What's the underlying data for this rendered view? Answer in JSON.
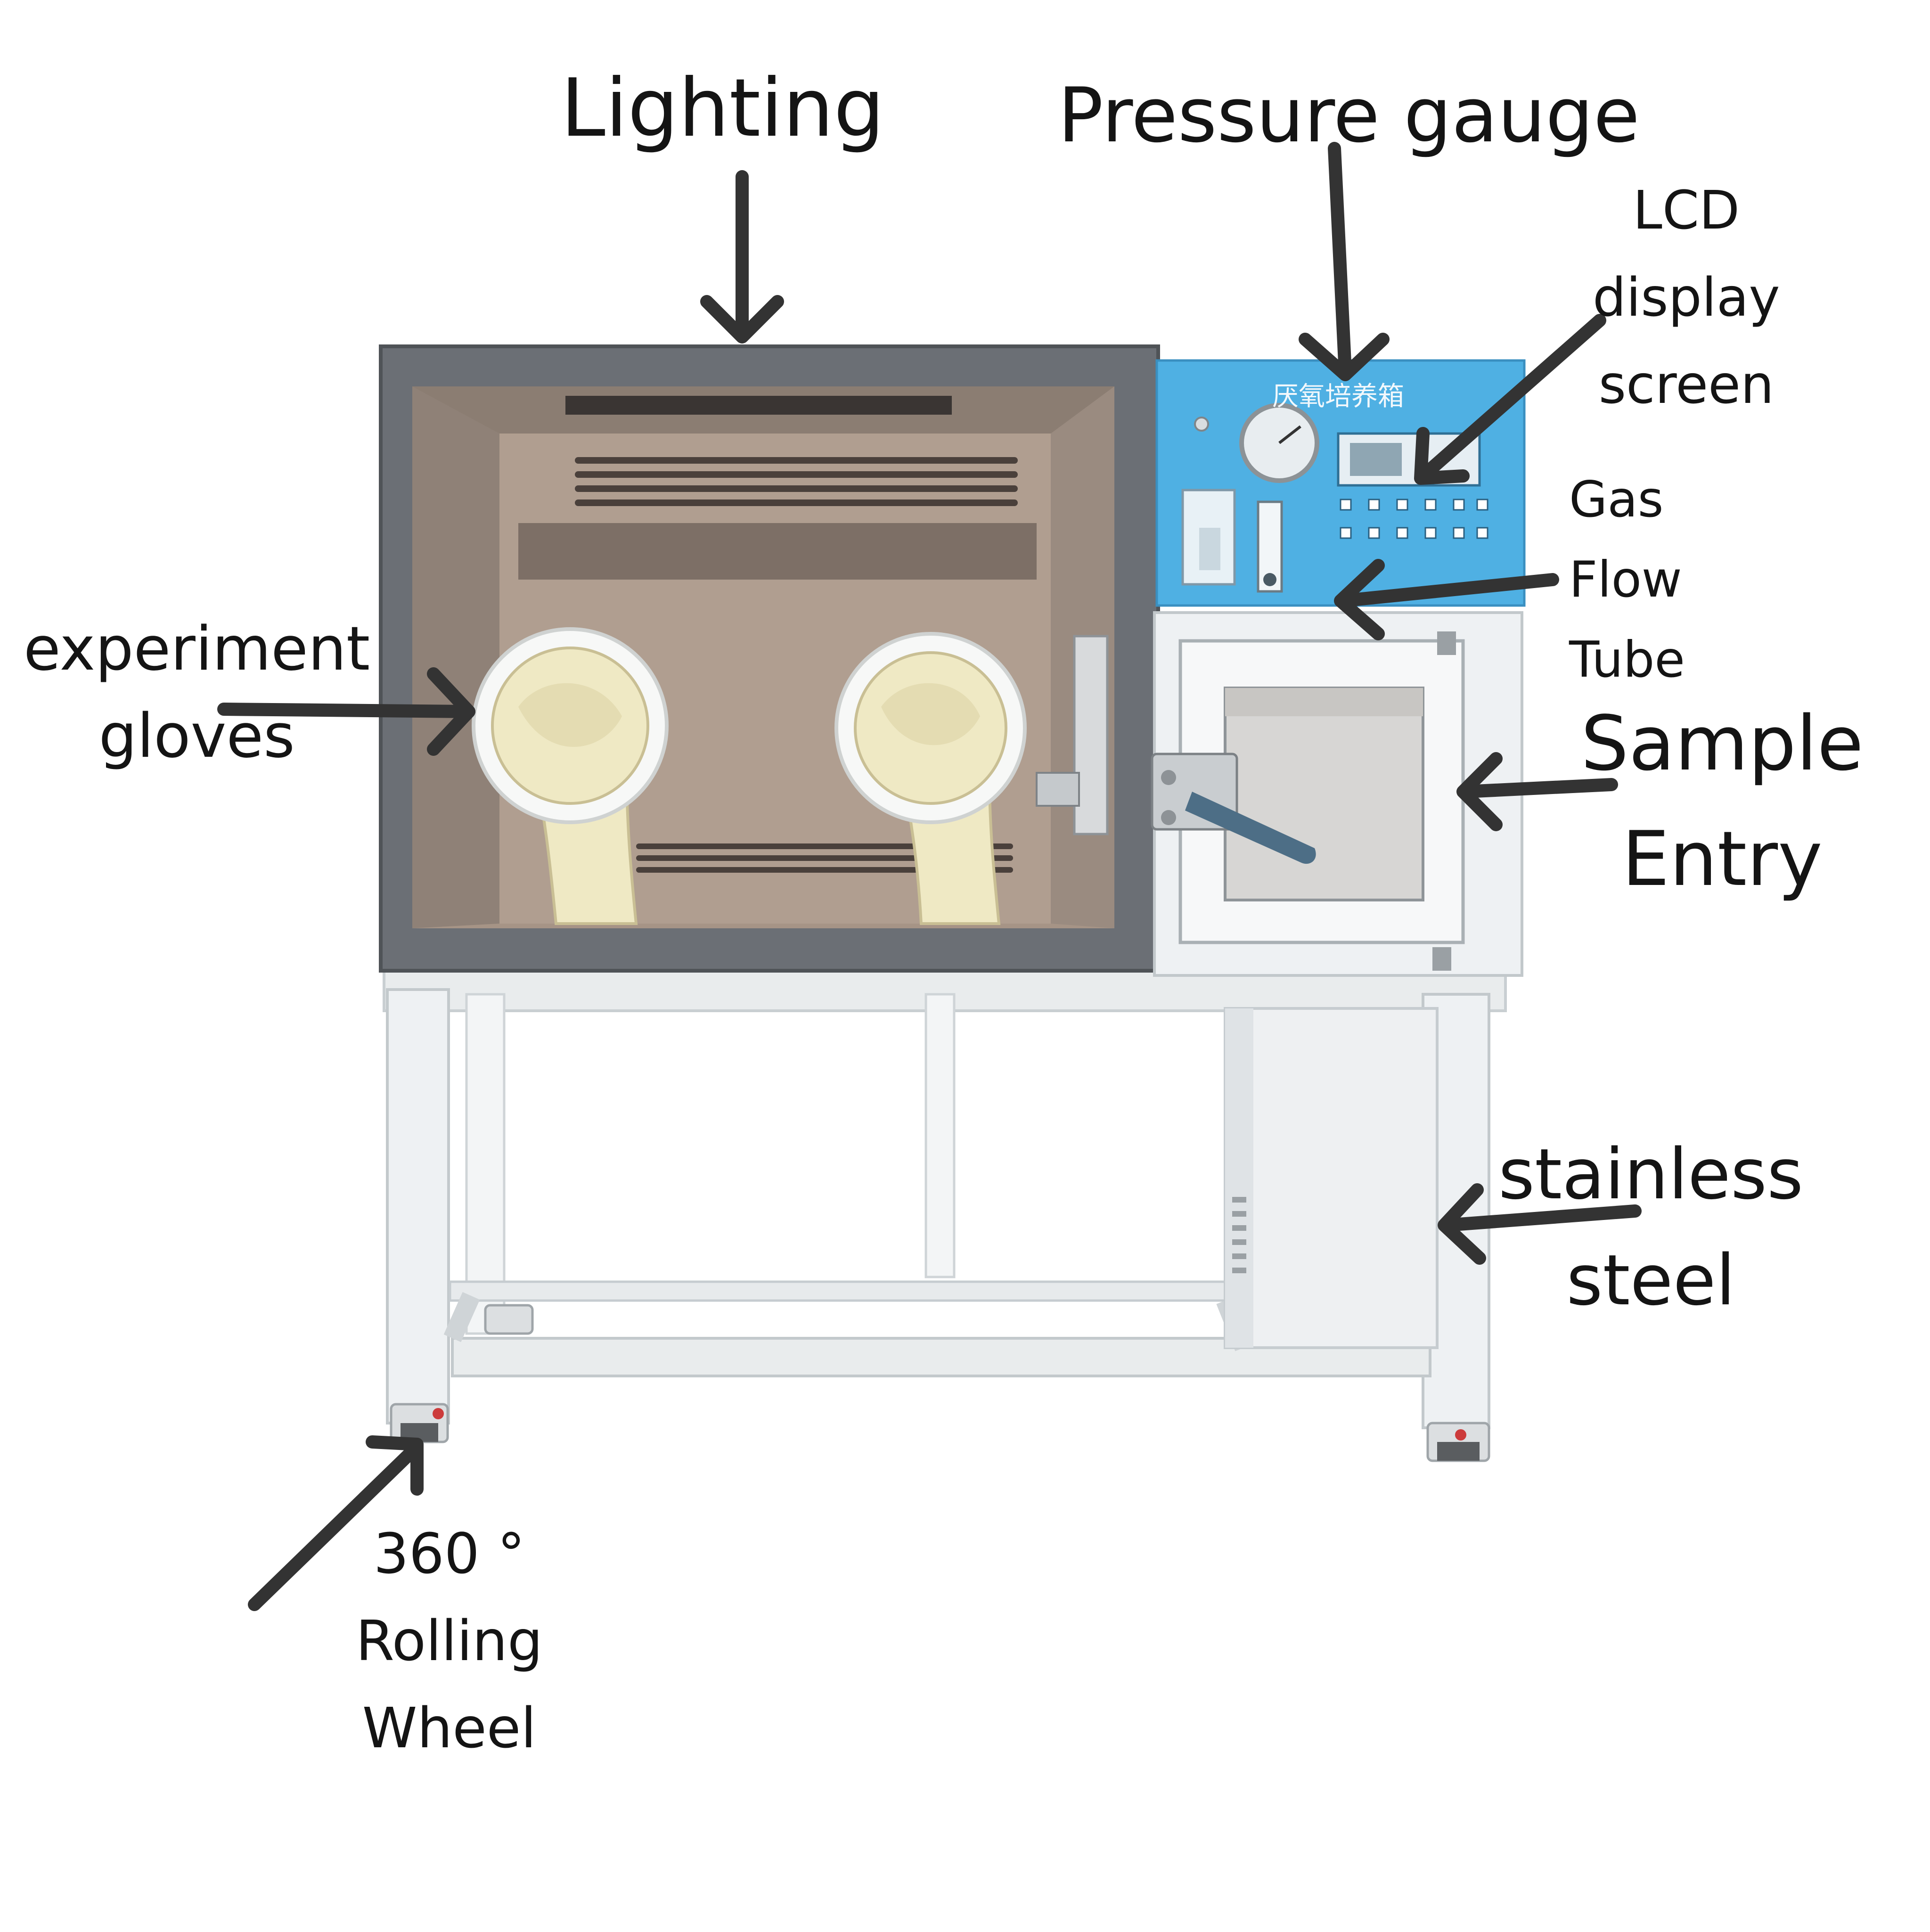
{
  "panel": {
    "chinese_title": "厌氧培养箱"
  },
  "labels": {
    "lighting": "Lighting",
    "pressure_gauge": "Pressure gauge",
    "lcd": [
      "LCD",
      "display",
      "screen"
    ],
    "gas_flow": [
      "Gas",
      "Flow",
      "Tube"
    ],
    "gloves": [
      "experiment",
      "gloves"
    ],
    "sample_entry": [
      "Sample",
      "Entry"
    ],
    "stainless": [
      "stainless",
      "steel"
    ],
    "wheel": [
      "360 °",
      "Rolling",
      "Wheel"
    ]
  },
  "colors": {
    "text": "#141414",
    "arrow": "#333333",
    "panel_blue": "#4fb0e3",
    "frame_grey": "#6b6f75",
    "steel_interior": "#a69486",
    "white_body": "#eef1f3",
    "glove": "#efe9c4",
    "handle_blue": "#4d6e86"
  }
}
